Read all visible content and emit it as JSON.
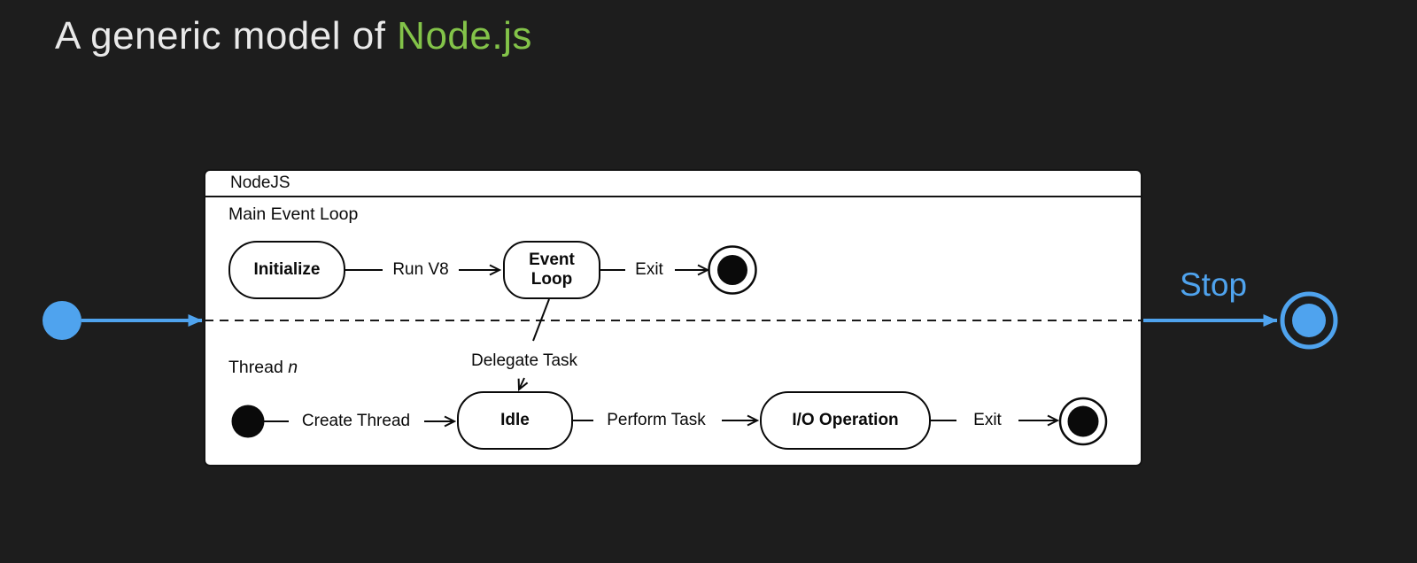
{
  "slide": {
    "title_prefix": "A generic model of ",
    "title_highlight": "Node.js"
  },
  "colors": {
    "background": "#1d1d1d",
    "panel": "#ffffff",
    "stroke": "#0a0a0a",
    "accent_blue": "#4fa3ee",
    "node_green": "#83c349"
  },
  "diagram": {
    "container_label": "NodeJS",
    "lane_top_label": "Main Event Loop",
    "lane_bottom_label_prefix": "Thread ",
    "lane_bottom_label_var": "n",
    "states": {
      "initialize": "Initialize",
      "event_loop": "Event Loop",
      "idle": "Idle",
      "io_operation": "I/O Operation"
    },
    "transitions": {
      "run_v8": "Run V8",
      "exit_top": "Exit",
      "delegate_task": "Delegate Task",
      "create_thread": "Create Thread",
      "perform_task": "Perform Task",
      "exit_bottom": "Exit",
      "stop": "Stop"
    }
  }
}
